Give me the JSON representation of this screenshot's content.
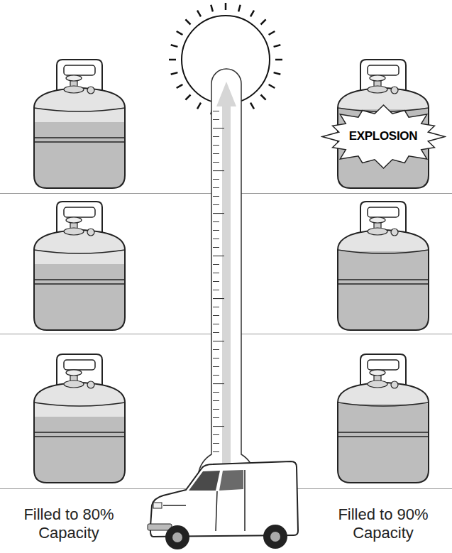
{
  "diagram": {
    "nodes": [
      {
        "text": [
          "EXPLOSION"
        ]
      }
    ],
    "labels": [
      "Filled to 80% Capacity",
      "Filled to 90% Capacity"
    ]
  }
}
